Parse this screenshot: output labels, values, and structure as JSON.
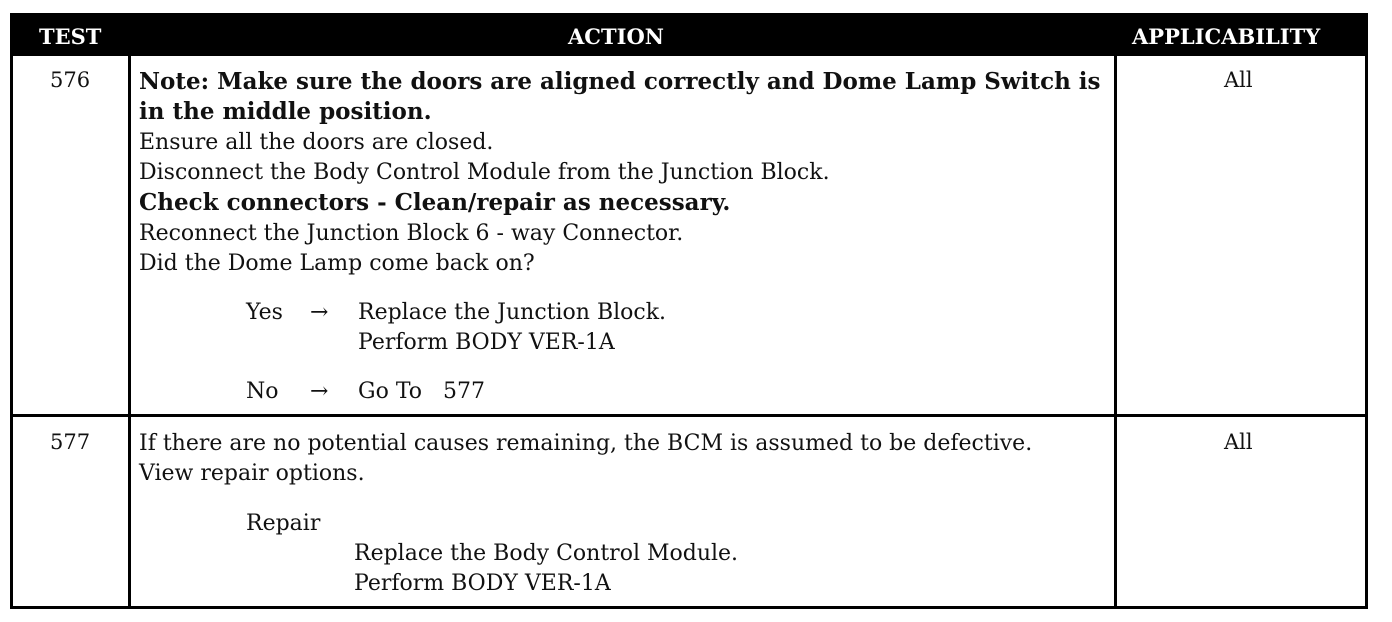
{
  "header": {
    "test": "TEST",
    "action": "ACTION",
    "applicability": "APPLICABILITY"
  },
  "rows": [
    {
      "test": "576",
      "applicability": "All",
      "note_line1": "Note: Make sure the doors are aligned correctly and Dome Lamp Switch is",
      "note_line2": "in the middle position.",
      "line1": "Ensure all the doors are closed.",
      "line2": "Disconnect the Body Control Module from the Junction Block.",
      "line3": "Check connectors - Clean/repair as necessary.",
      "line4": "Reconnect the Junction Block 6 - way Connector.",
      "line5": "Did the Dome Lamp come back on?",
      "yes_label": "Yes",
      "arrow": "→",
      "yes_action1": "Replace the Junction Block.",
      "yes_action2": "Perform BODY VER-1A",
      "no_label": "No",
      "no_action": "Go To   577"
    },
    {
      "test": "577",
      "applicability": "All",
      "line1": "If there are no potential causes remaining, the BCM is assumed to be defective.",
      "line2": "View repair options.",
      "repair_label": "Repair",
      "repair_action1": "Replace the Body Control Module.",
      "repair_action2": "Perform BODY VER-1A"
    }
  ]
}
